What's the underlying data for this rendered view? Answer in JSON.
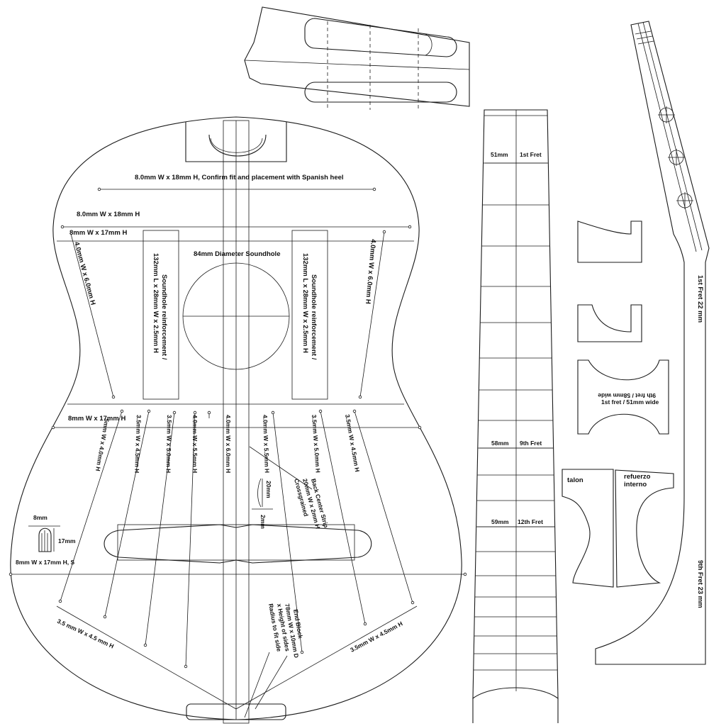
{
  "body_labels": {
    "heel_brace": "8.0mm W x 18mm H, Confirm fit and placement with Spanish heel",
    "upper_brace_1": "8.0mm W x 18mm H",
    "upper_brace_2": "8mm W x 17mm H",
    "soundhole": "84mm Diameter Soundhole",
    "soundhole_reinf_left_1": "Soundhole reinforcement /",
    "soundhole_reinf_left_2": "132mm L x 28mm W x 2.5mm H",
    "soundhole_reinf_right_1": "Soundhole reinforcement /",
    "soundhole_reinf_right_2": "132mm L x 28mm W x 2.5mm H",
    "diag_left": "4.0mm W x 6.0mm H",
    "diag_right": "4.0mm W x 6.0mm H",
    "lower_brace": "8mm W x 17mm H",
    "fan_1": "5mm W x 4.0mm H",
    "fan_2": "3.5mm W x 4.5mm H",
    "fan_3": "3.5mm W x 5.0mm H",
    "fan_4": "4.0mm W x 5.5mm H",
    "fan_center": "4.0mm W x 6.0mm H",
    "fan_5": "4.0mm W x 5.5mm H",
    "fan_6": "3.5mm W x 5.0mm H",
    "fan_7": "3.5mm W x 4.5mm H",
    "back_strip_1": "Back Center Strip",
    "back_strip_2": "20mm W x 2mm H",
    "back_strip_3": "Crossgrained",
    "dim_20mm": "20mm",
    "dim_2mm": "2mm",
    "profile_w": "8mm",
    "profile_h": "17mm",
    "profile_label": "8mm W x 17mm H, S",
    "closing_left": "3.5 mm W x 4.5 mm H",
    "closing_right": "3.5mm W x 4.5mm H",
    "end_block_1": "End Block",
    "end_block_2": "78mm W x 10mm D",
    "end_block_3": "x Height of sides",
    "end_block_4": "Radius to fit side"
  },
  "fretboard": {
    "fret1_width": "51mm",
    "fret1_label": "1st Fret",
    "fret9_width": "58mm",
    "fret9_label": "9th Fret",
    "fret12_width": "59mm",
    "fret12_label": "12th Fret"
  },
  "template": {
    "line1": "9th fret / 58mm wide",
    "line2": "1st fret / 51mm wide"
  },
  "heel": {
    "talon": "talon",
    "refuerzo_1": "refuerzo",
    "refuerzo_2": "interno"
  },
  "neck_profile": {
    "fret1": "1st Fret 22 mm",
    "fret9": "9th Fret 23 mm"
  }
}
